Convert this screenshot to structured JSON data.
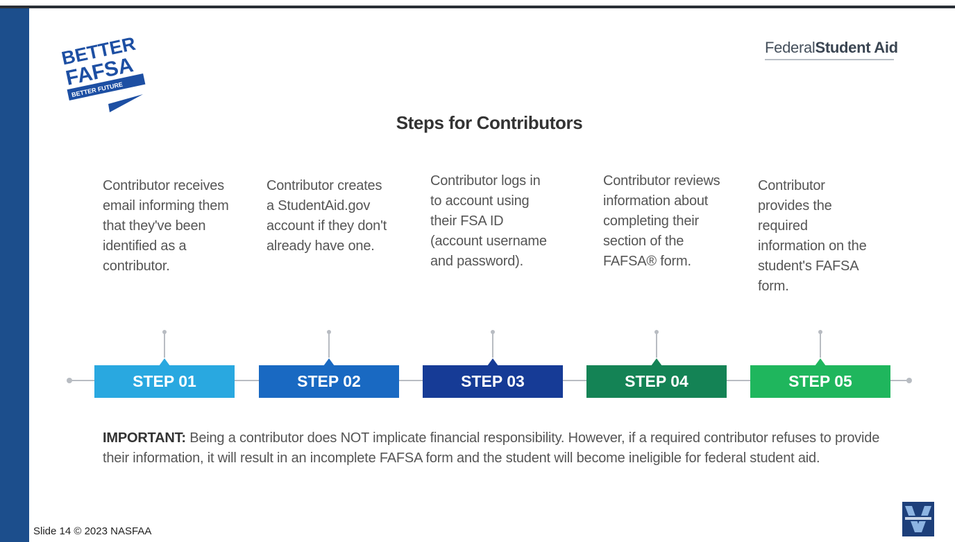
{
  "logos": {
    "better_fafsa": {
      "line1": "BETTER",
      "line2": "FAFSA",
      "tagline": "BETTER FUTURE"
    },
    "federal_student_aid": {
      "word1": "Federal",
      "word2": "Student Aid"
    }
  },
  "title": "Steps for Contributors",
  "steps": [
    {
      "label": "STEP 01",
      "description": "Contributor receives email informing them that they've been identified as a contributor."
    },
    {
      "label": "STEP 02",
      "description": "Contributor creates a StudentAid.gov account if they don't already have one."
    },
    {
      "label": "STEP 03",
      "description": "Contributor logs in to account using their FSA ID (account username and password)."
    },
    {
      "label": "STEP 04",
      "description": "Contributor reviews information about completing their section of the FAFSA® form."
    },
    {
      "label": "STEP 05",
      "description": "Contributor provides the required information on the student's FAFSA form."
    }
  ],
  "important": {
    "label": "IMPORTANT:",
    "text": " Being a contributor does NOT implicate financial responsibility. However, if a required contributor refuses to provide their information, it will result in an incomplete FAFSA form and the student will become ineligible for federal student aid."
  },
  "footer": "Slide 14   © 2023 NASFAA",
  "colors": {
    "left_bar": "#1c4e8c",
    "step_01": "#29a8e0",
    "step_02": "#1969c2",
    "step_03": "#163b96",
    "step_04": "#148355",
    "step_05": "#1fb65d"
  }
}
